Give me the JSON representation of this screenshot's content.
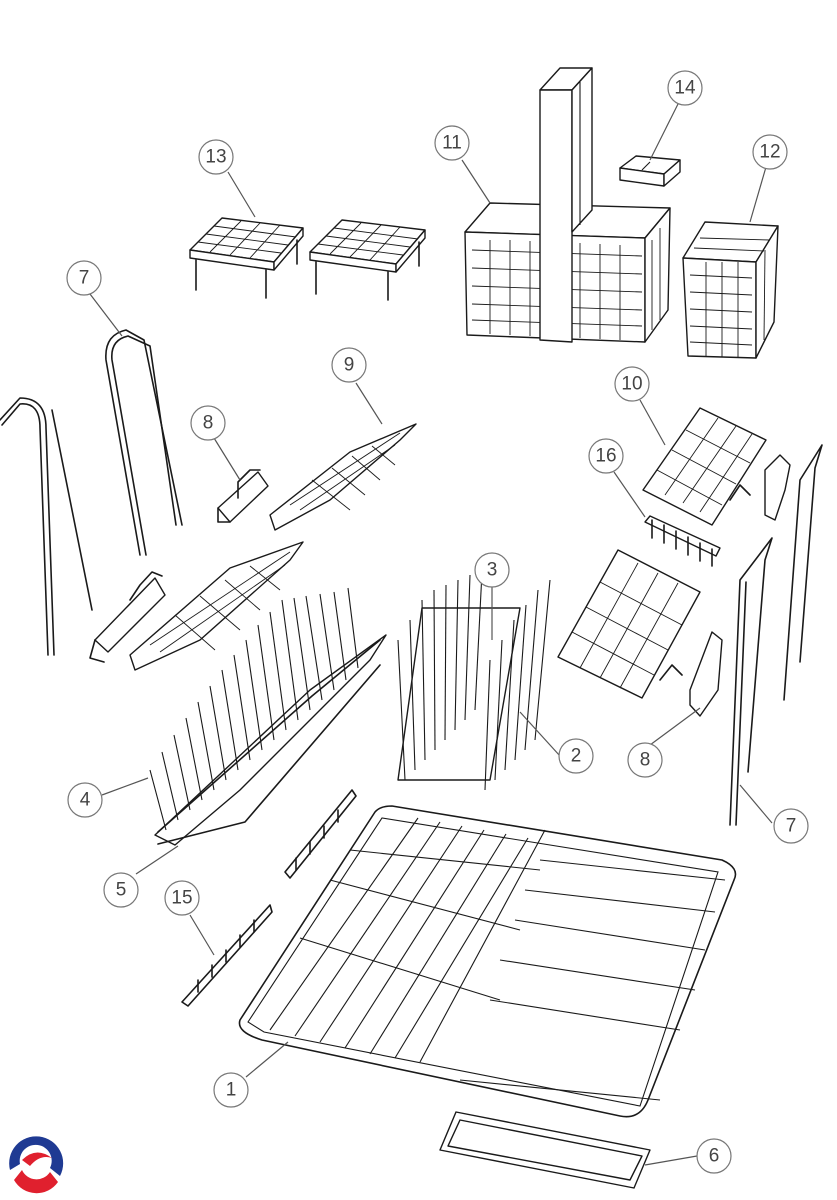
{
  "diagram": {
    "callouts": [
      {
        "id": "c13",
        "label": "13"
      },
      {
        "id": "c11",
        "label": "11"
      },
      {
        "id": "c14",
        "label": "14"
      },
      {
        "id": "c12",
        "label": "12"
      },
      {
        "id": "c7a",
        "label": "7"
      },
      {
        "id": "c9",
        "label": "9"
      },
      {
        "id": "c8a",
        "label": "8"
      },
      {
        "id": "c10",
        "label": "10"
      },
      {
        "id": "c16",
        "label": "16"
      },
      {
        "id": "c3",
        "label": "3"
      },
      {
        "id": "c2",
        "label": "2"
      },
      {
        "id": "c8b",
        "label": "8"
      },
      {
        "id": "c4",
        "label": "4"
      },
      {
        "id": "c7b",
        "label": "7"
      },
      {
        "id": "c5",
        "label": "5"
      },
      {
        "id": "c15",
        "label": "15"
      },
      {
        "id": "c1",
        "label": "1"
      },
      {
        "id": "c6",
        "label": "6"
      }
    ],
    "logo": {
      "colors": [
        "#1f3a93",
        "#e0202e"
      ]
    }
  }
}
